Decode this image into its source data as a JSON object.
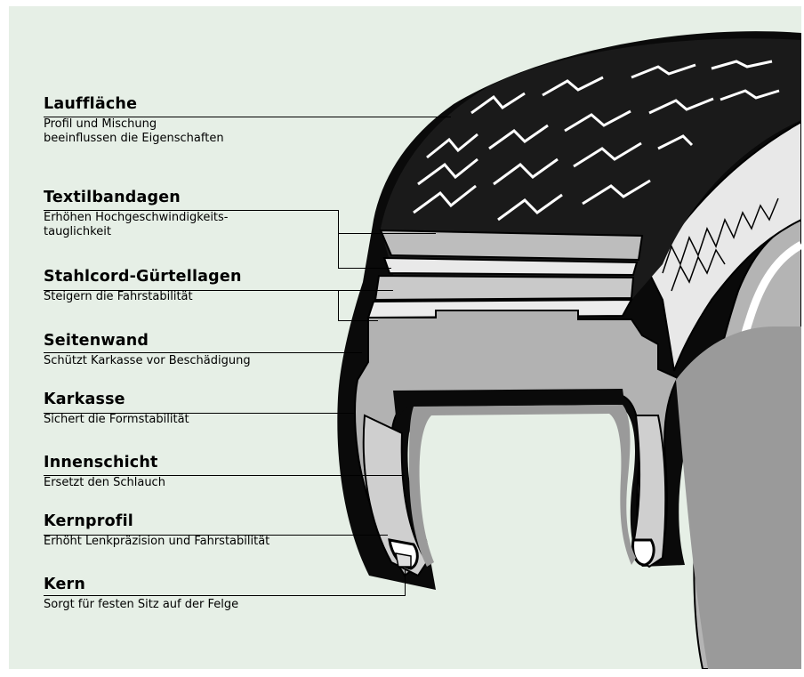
{
  "labels": [
    {
      "title": "Lauffläche",
      "desc1": "Profil und Mischung",
      "desc2": "beeinflussen die Eigenschaften"
    },
    {
      "title": "Textilbandagen",
      "desc1": "Erhöhen Hochgeschwindigkeits-",
      "desc2": "tauglichkeit"
    },
    {
      "title": "Stahlcord-Gürtellagen",
      "desc1": "Steigern die Fahrstabilität"
    },
    {
      "title": "Seitenwand",
      "desc1": "Schützt Karkasse vor Beschädigung"
    },
    {
      "title": "Karkasse",
      "desc1": "Sichert die Formstabilität"
    },
    {
      "title": "Innenschicht",
      "desc1": "Ersetzt den Schlauch"
    },
    {
      "title": "Kernprofil",
      "desc1": "Erhöht Lenkpräzision und Fahrstabilität"
    },
    {
      "title": "Kern",
      "desc1": "Sorgt für festen Sitz auf der Felge"
    }
  ],
  "colors": {
    "background": "#e6efe6",
    "rubber": "#b4b4b4",
    "rubber_dark": "#9a9a9a",
    "outline": "#000000"
  }
}
